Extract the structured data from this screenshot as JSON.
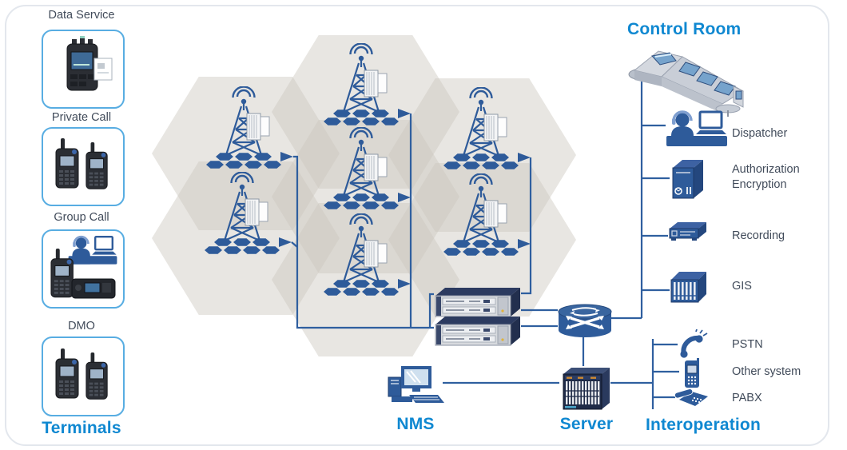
{
  "colors": {
    "accent_blue": "#0f88d1",
    "diagram_line": "#2f5f9f",
    "icon_navy": "#2e5b9a",
    "label_text": "#414b5a",
    "terminal_box_border": "#58ade2",
    "cell_fill": "#e8e6e0"
  },
  "terminals": {
    "section_title": "Terminals",
    "groups": [
      {
        "label": "Data Service",
        "icon": "portable-data-radio-icon"
      },
      {
        "label": "Private Call",
        "icon": "handheld-radios-icon"
      },
      {
        "label": "Group Call",
        "icon": "radio-dispatcher-base-icon"
      },
      {
        "label": "DMO",
        "icon": "handheld-radios-icon"
      }
    ]
  },
  "radio_network": {
    "tower_count": 7,
    "cell_count": 7,
    "tower_icon": "radio-tower-icon",
    "base_station_rack_count": 2
  },
  "control_room": {
    "section_title": "Control Room",
    "console_icon": "dispatch-console-icon",
    "items": [
      {
        "label": "Dispatcher",
        "icon": "dispatcher-icon"
      },
      {
        "label": "Authorization Encryption",
        "icon": "tower-server-icon"
      },
      {
        "label": "Recording",
        "icon": "recording-unit-icon"
      },
      {
        "label": "GIS",
        "icon": "gis-server-icon"
      }
    ]
  },
  "interoperation": {
    "section_title": "Interoperation",
    "items": [
      {
        "label": "PSTN",
        "icon": "telephone-handset-icon"
      },
      {
        "label": "Other system",
        "icon": "mobile-phone-icon"
      },
      {
        "label": "PABX",
        "icon": "desk-phone-icon"
      }
    ]
  },
  "core_network": {
    "nms_label": "NMS",
    "server_label": "Server",
    "router_icon": "router-icon"
  }
}
